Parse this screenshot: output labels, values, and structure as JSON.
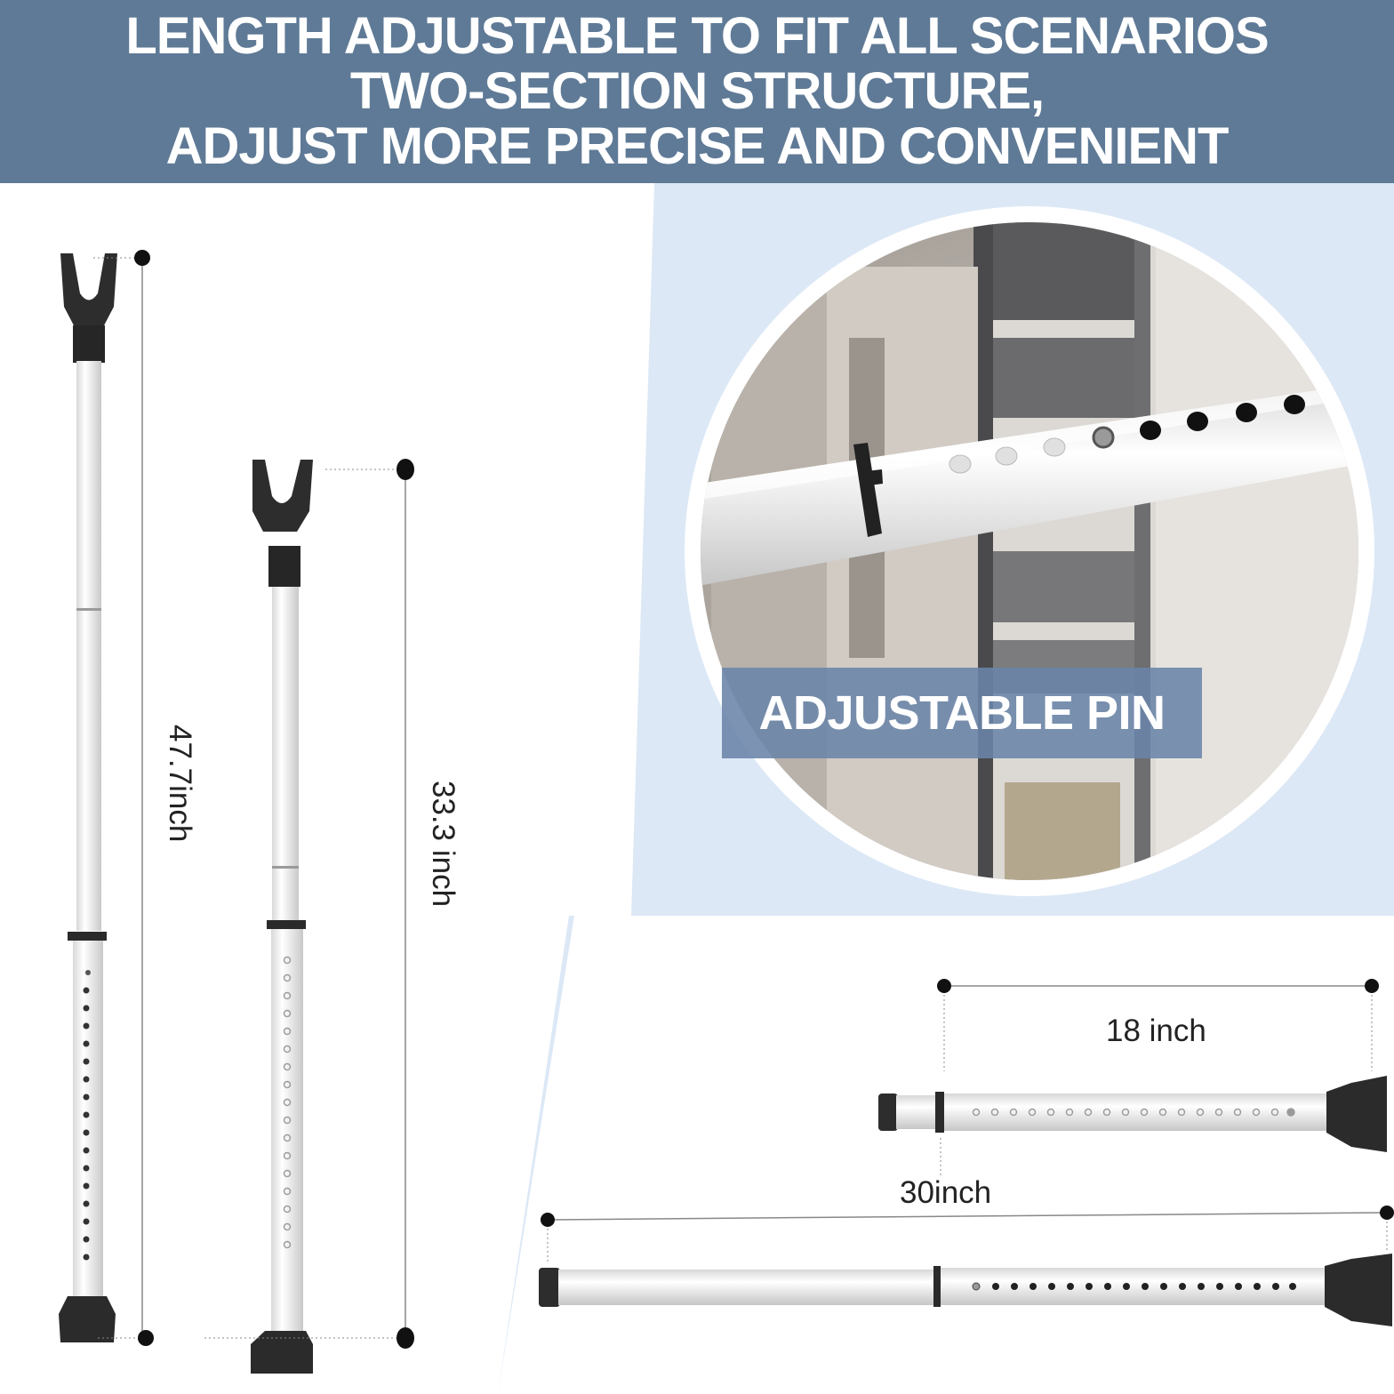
{
  "header": {
    "line1": "LENGTH ADJUSTABLE TO FIT ALL SCENARIOS",
    "line2": "TWO-SECTION STRUCTURE,",
    "line3": "ADJUST MORE PRECISE AND CONVENIENT"
  },
  "dimensions": {
    "tall_bar": "47.7inch",
    "medium_bar": "33.3 inch",
    "short_horizontal": "18 inch",
    "long_horizontal": "30inch"
  },
  "callout": {
    "label": "ADJUSTABLE PIN"
  },
  "colors": {
    "header_bg": "#5f7a96",
    "panel_bg": "#dce8f6",
    "banner_bg": "#6a84a8",
    "bar_white": "#f4f4f4",
    "bar_black": "#2b2b2b"
  }
}
